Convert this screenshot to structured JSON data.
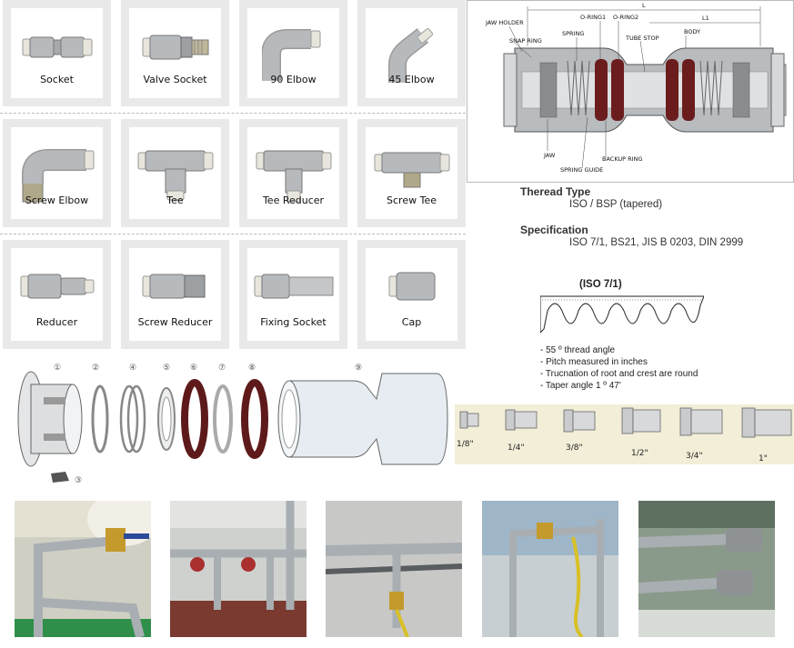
{
  "products": [
    {
      "label": "Socket"
    },
    {
      "label": "Valve Socket"
    },
    {
      "label": "90 Elbow"
    },
    {
      "label": "45 Elbow"
    },
    {
      "label": "Screw Elbow"
    },
    {
      "label": "Tee"
    },
    {
      "label": "Tee Reducer"
    },
    {
      "label": "Screw Tee"
    },
    {
      "label": "Reducer"
    },
    {
      "label": "Screw Reducer"
    },
    {
      "label": "Fixing Socket"
    },
    {
      "label": "Cap"
    }
  ],
  "drawing": {
    "dim_total": "L",
    "dim_body": "L1",
    "labels": {
      "jaw_holder": "JAW HOLDER",
      "snap_ring": "SNAP RING",
      "spring": "SPRING",
      "o_ring1": "O-RING1",
      "o_ring2": "O-RING2",
      "tube_stop": "TUBE STOP",
      "body": "BODY",
      "jaw": "JAW",
      "backup_ring": "BACKUP RING",
      "spring_guide": "SPRING GUIDE"
    }
  },
  "specs": {
    "thread_type_heading": "Theread Type",
    "thread_type_value": "ISO / BSP (tapered)",
    "specification_heading": "Specification",
    "specification_value": "ISO 7/1, BS21, JIS B 0203, DIN 2999",
    "iso_title": "(ISO 7/1)",
    "bullets": [
      "- 55 º thread angle",
      "- Pitch measured in inches",
      "- Trucnation of root and crest are round",
      "- Taper angle 1 º 47'"
    ]
  },
  "parts": [
    "①",
    "②",
    "④",
    "⑤",
    "⑥",
    "⑦",
    "⑧",
    "⑨",
    "③"
  ],
  "thread_sizes": [
    "1/8\"",
    "1/4\"",
    "3/8\"",
    "1/2\"",
    "3/4\"",
    "1\""
  ],
  "colors": {
    "tile_bg": "#e9e9e9",
    "o_ring": "#6b1d1d",
    "metal": "#b9bcbf",
    "thread_strip": "#f2eed8"
  }
}
